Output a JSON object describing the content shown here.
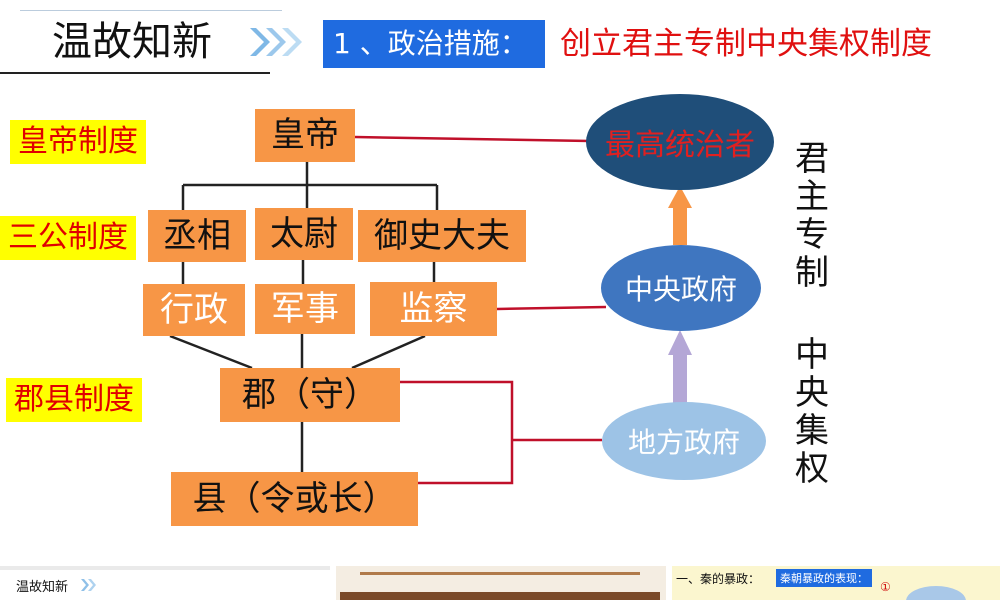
{
  "header": {
    "title": "温故知新",
    "blue_label": "1 、政治措施：",
    "red_heading": "创立君主专制中央集权制度"
  },
  "system_tags": {
    "emperor": "皇帝制度",
    "three_lords": "三公制度",
    "commandery": "郡县制度"
  },
  "boxes": {
    "emperor": "皇帝",
    "chancellor": "丞相",
    "commandant": "太尉",
    "censor": "御史大夫",
    "administration": "行政",
    "military": "军事",
    "supervision": "监察",
    "commandery": "郡（守）",
    "county": "县（令或长）"
  },
  "ellipses": {
    "supreme_ruler": "最高统治者",
    "central_government": "中央政府",
    "local_government": "地方政府"
  },
  "vertical_labels": {
    "autocracy": [
      "君",
      "主",
      "专",
      "制"
    ],
    "centralization": [
      "中",
      "央",
      "集",
      "权"
    ]
  },
  "thumbnails": {
    "first_title": "温故知新",
    "third_heading": "一、秦的暴政：",
    "third_badge": "秦朝暴政的表现：",
    "third_number": "①"
  },
  "colors": {
    "orange_box": "#f79646",
    "red_line": "#c0102a",
    "dark_ellipse": "#1f4e79",
    "mid_ellipse": "#3f76c0",
    "light_ellipse": "#9dc3e6",
    "orange_arrow": "#f79646",
    "purple_arrow": "#b4a7d6",
    "yellow_tag": "#ffff00"
  }
}
